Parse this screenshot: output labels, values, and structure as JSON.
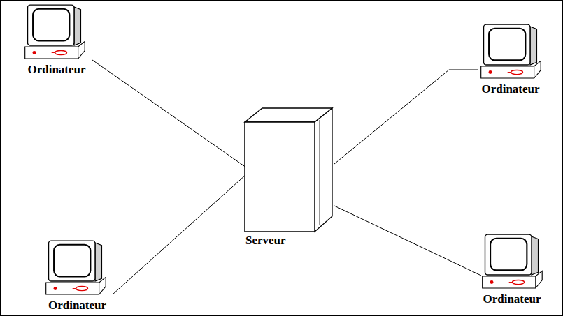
{
  "diagram": {
    "nodes": [
      {
        "text": [
          "Ordinateur"
        ]
      },
      {
        "text": [
          "Ordinateur"
        ]
      },
      {
        "text": [
          "Serveur"
        ]
      },
      {
        "text": [
          "Ordinateur"
        ]
      },
      {
        "text": [
          "Ordinateur"
        ]
      }
    ],
    "edges": [
      {
        "from": 0,
        "to": 2,
        "arrow": "none"
      },
      {
        "from": 1,
        "to": 2,
        "arrow": "none"
      },
      {
        "from": 3,
        "to": 2,
        "arrow": "none"
      },
      {
        "from": 4,
        "to": 2,
        "arrow": "none"
      }
    ]
  }
}
